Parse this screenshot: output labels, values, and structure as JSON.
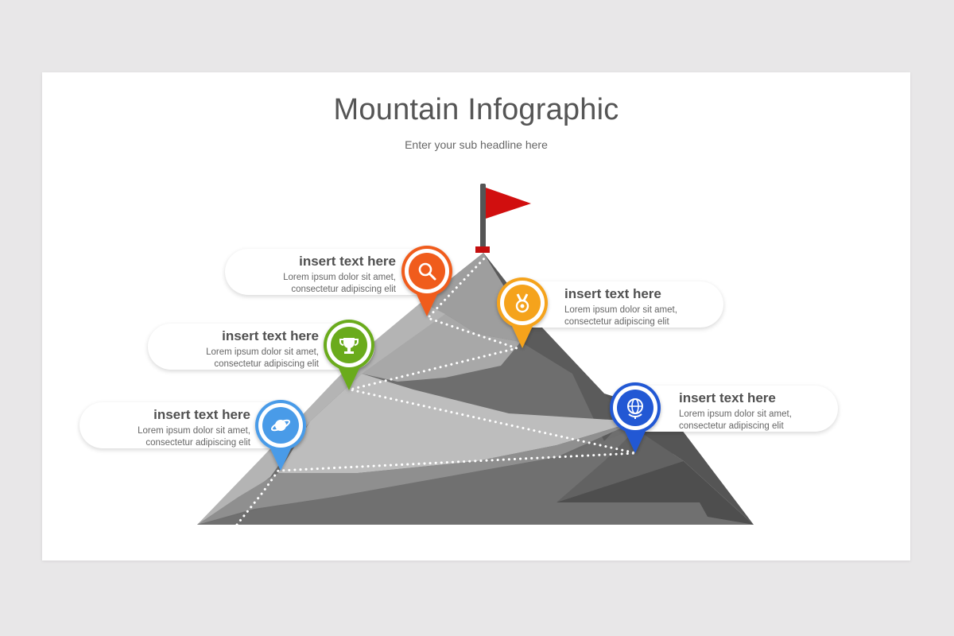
{
  "title": "Mountain Infographic",
  "subtitle": "Enter your sub headline here",
  "steps": [
    {
      "heading": "insert text here",
      "line1": "Lorem ipsum dolor sit amet,",
      "line2": "consectetur adipiscing elit",
      "color": "#4a9be8",
      "icon": "planet-icon"
    },
    {
      "heading": "insert text here",
      "line1": "Lorem ipsum dolor sit amet,",
      "line2": "consectetur adipiscing elit",
      "color": "#6aab1f",
      "icon": "trophy-icon"
    },
    {
      "heading": "insert text here",
      "line1": "Lorem ipsum dolor sit amet,",
      "line2": "consectetur adipiscing elit",
      "color": "#f05b1c",
      "icon": "magnifier-icon"
    },
    {
      "heading": "insert text here",
      "line1": "Lorem ipsum dolor sit amet,",
      "line2": "consectetur adipiscing elit",
      "color": "#f5a31a",
      "icon": "medal-icon"
    },
    {
      "heading": "insert text here",
      "line1": "Lorem ipsum dolor sit amet,",
      "line2": "consectetur adipiscing elit",
      "color": "#2158d4",
      "icon": "globe-icon"
    }
  ],
  "flag_color": "#d10f0f"
}
